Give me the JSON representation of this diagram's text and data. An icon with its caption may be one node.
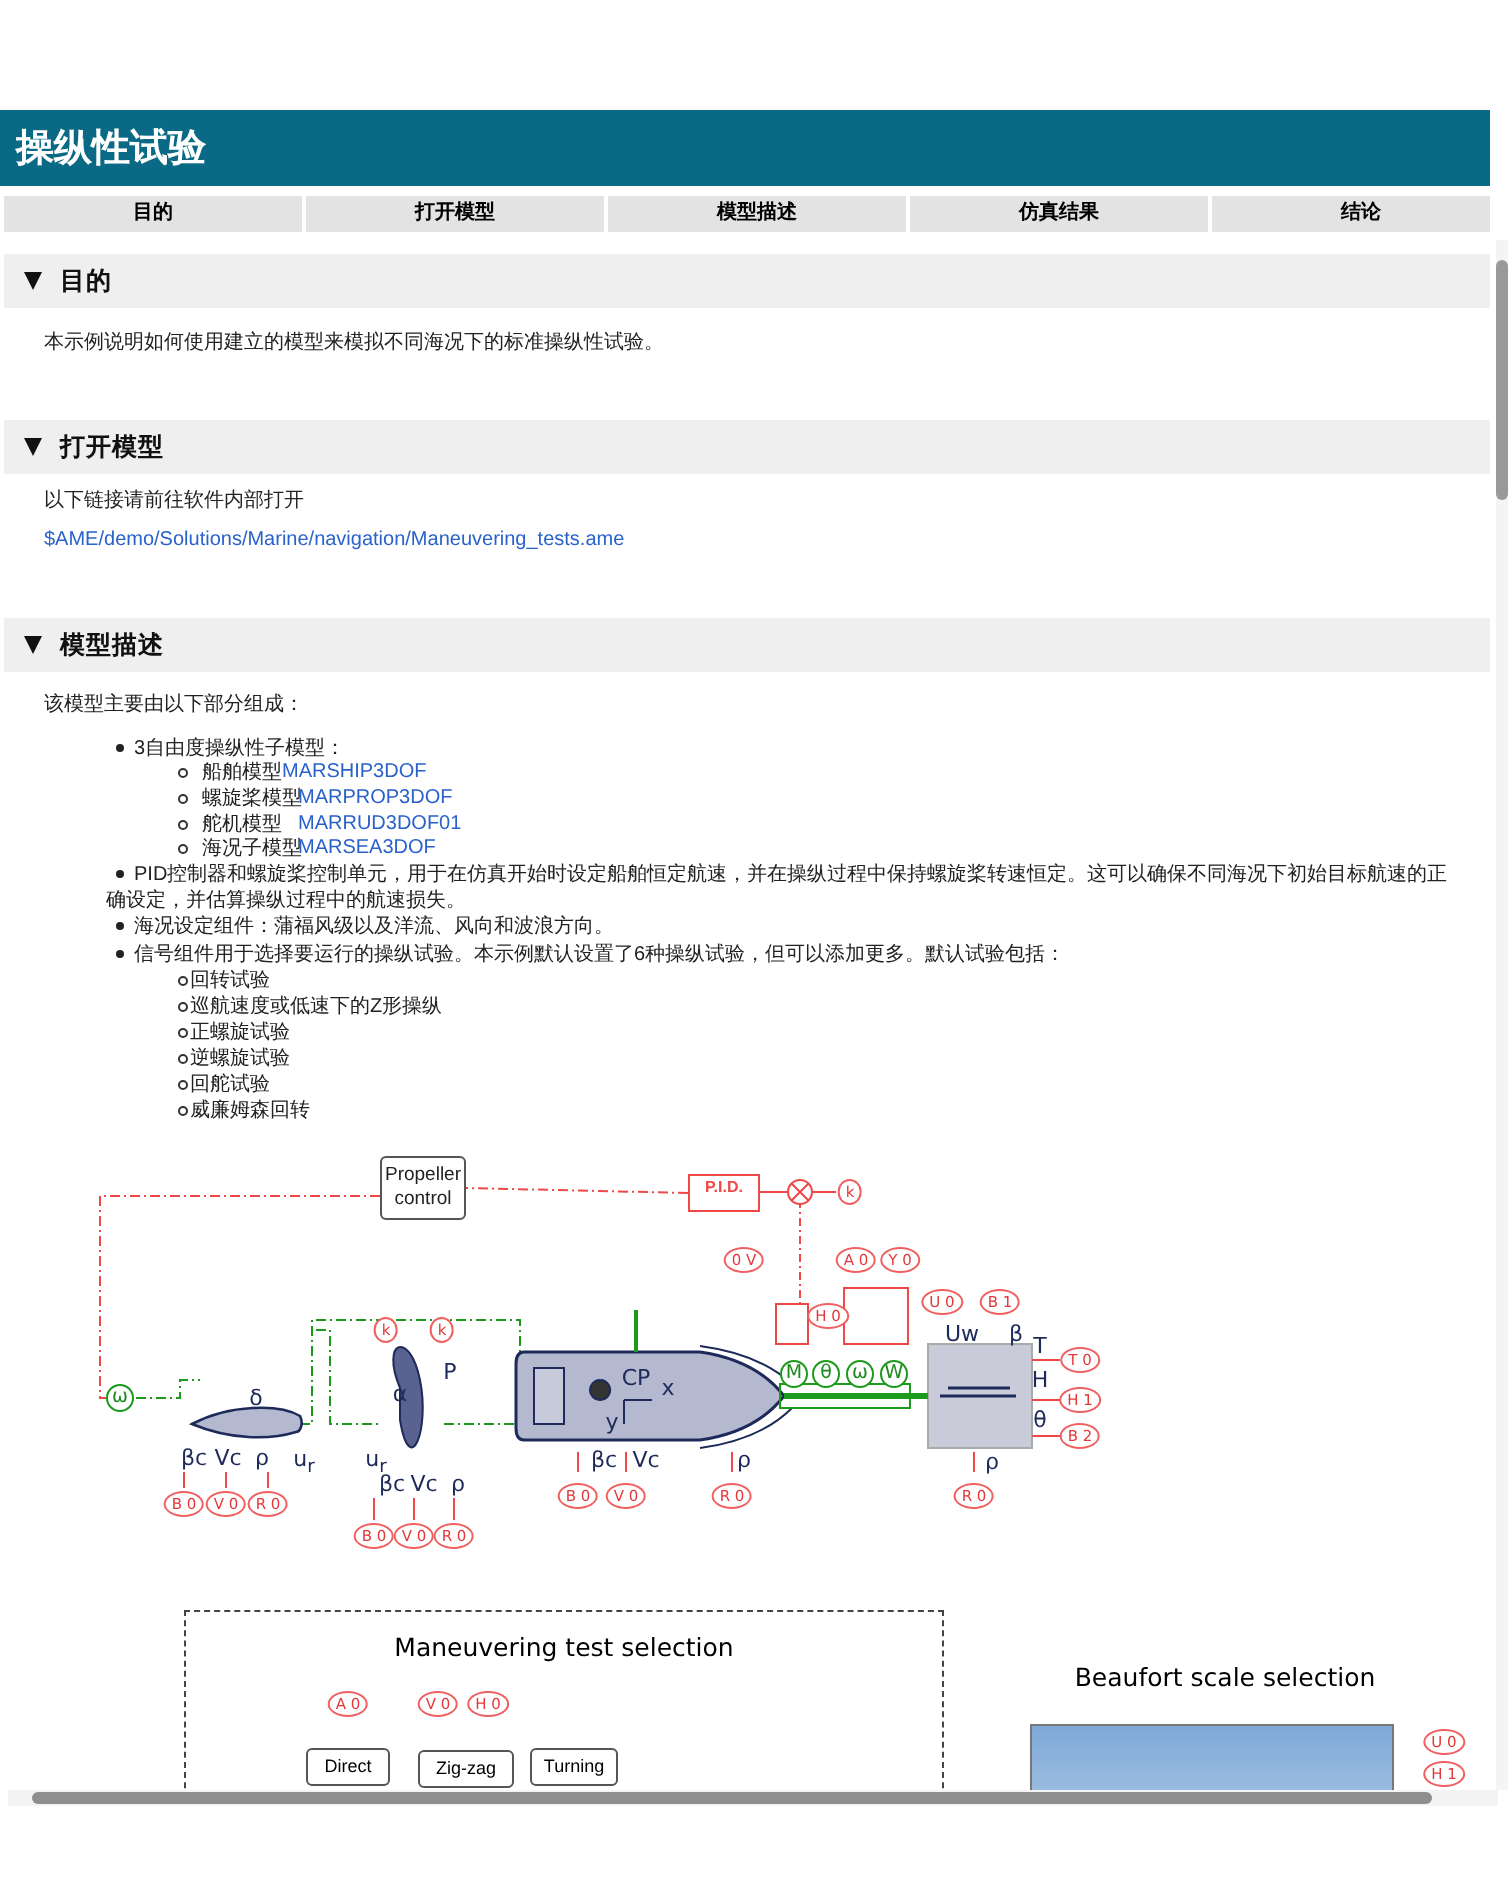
{
  "diagram": {
    "title": "操纵性试验",
    "nodes": [
      {
        "text": [
          "Propeller control"
        ]
      },
      {
        "text": [
          "P.I.D."
        ]
      },
      {
        "text": [
          "Maneuvering test selection"
        ]
      },
      {
        "text": [
          "Direct"
        ],
        "in": 2
      },
      {
        "text": [
          "Zig-zag"
        ],
        "in": 2
      },
      {
        "text": [
          "Turning"
        ],
        "in": 2
      },
      {
        "text": [
          "Beaufort scale selection"
        ],
        "beside": [
          "U 0",
          "H 1"
        ]
      }
    ],
    "edges": [
      {
        "from": 1,
        "to": 0,
        "arrow": "none",
        "style": "dashed"
      }
    ],
    "labels": [
      "目的",
      "打开模型",
      "模型描述",
      "仿真结果",
      "结论",
      "目的",
      "本示例说明如何使用建立的模型来模拟不同海况下的标准操纵性试验。",
      "打开模型",
      "以下链接请前往软件内部打开",
      "$AME/demo/Solutions/Marine/navigation/Maneuvering_tests.ame",
      "模型描述",
      "该模型主要由以下部分组成：",
      "3自由度操纵性子模型：",
      "船舶模型",
      "MARSHIP3DOF",
      "螺旋桨模型",
      "MARPROP3DOF",
      "舵机模型",
      "MARRUD3DOF01",
      "海况子模型",
      "MARSEA3DOF",
      "PID控制器和螺旋桨控制单元，用于在仿真开始时设定船舶恒定航速，并在操纵过程中保持螺旋桨转速恒定。这可以确保不同海况下初始目标航速的正确设定，并估算操纵过程中的航速损失。",
      "海况设定组件：蒲福风级以及洋流、风向和波浪方向。",
      "信号组件用于选择要运行的操纵试验。本示例默认设置了6种操纵试验，但可以添加更多。默认试验包括：",
      "回转试验",
      "巡航速度或低速下的Z形操纵",
      "正螺旋试验",
      "逆螺旋试验",
      "回舵试验",
      "威廉姆森回转",
      "k",
      "0 V",
      "A 0",
      "Y 0",
      "H 0",
      "U 0",
      "B 1",
      "ω",
      "M",
      "θ",
      "ω",
      "W",
      "δ",
      "α",
      "P",
      "CP",
      "x",
      "y",
      "Uw",
      "β",
      "T",
      "H",
      "θ",
      "T 0",
      "H 1",
      "B 2",
      "βc",
      "Vc",
      "ρ",
      "u$_{r}$",
      "u$_{r}$",
      "βc",
      "Vc",
      "ρ",
      "βc",
      "Vc",
      "ρ",
      "ρ",
      "B 0",
      "V 0",
      "R 0",
      "B 0",
      "V 0",
      "R 0",
      "B 0",
      "V 0",
      "R 0",
      "R 0",
      "A 0",
      "V 0",
      "H 0",
      "k",
      "k"
    ]
  }
}
